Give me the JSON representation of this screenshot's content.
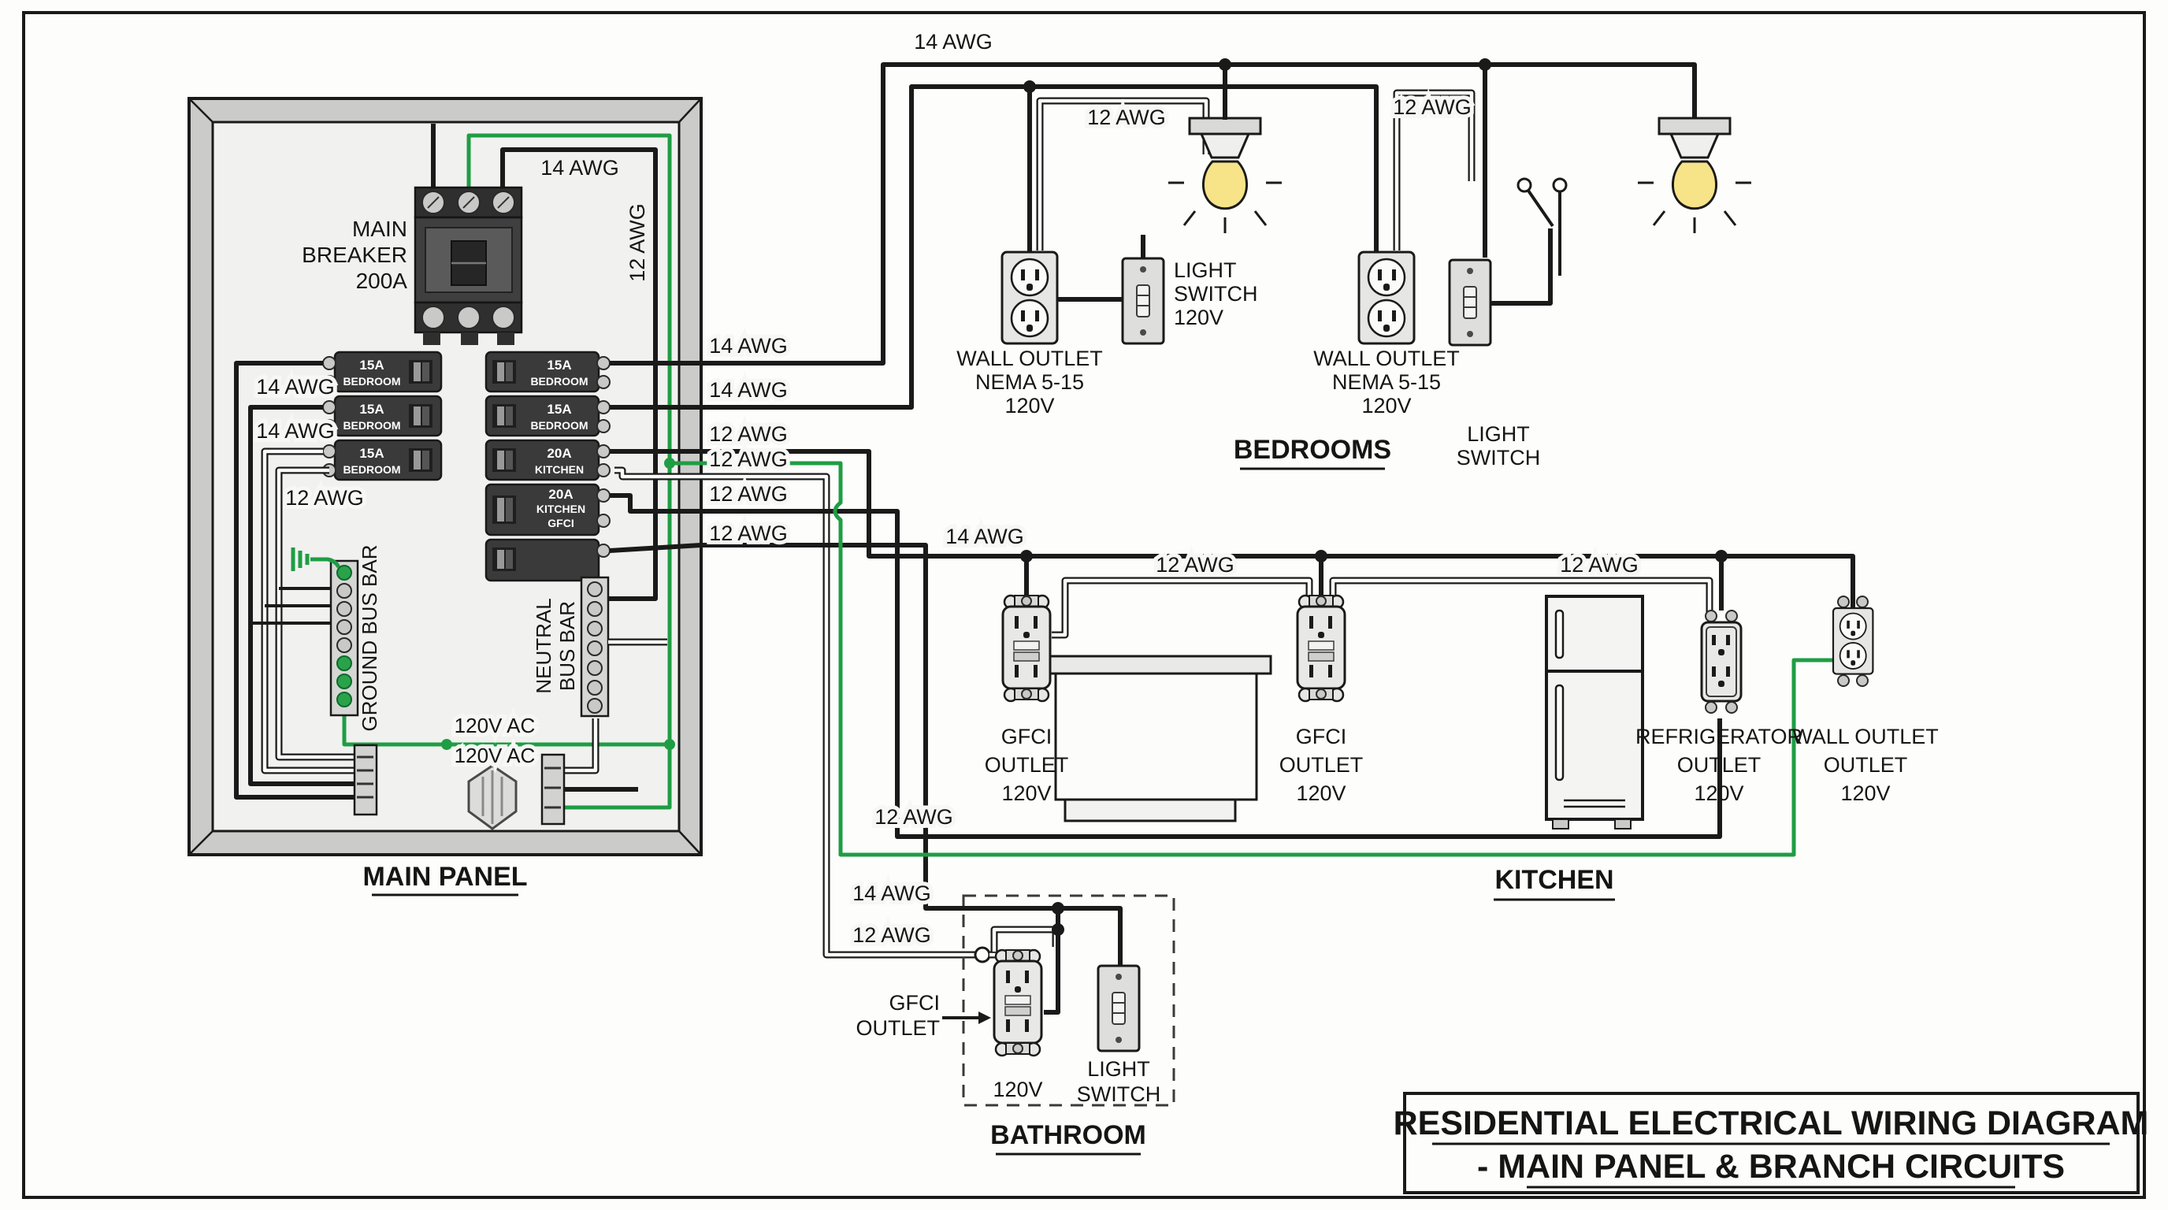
{
  "title_block": {
    "line1": "RESIDENTIAL ELECTRICAL WIRING DIAGRAM",
    "line2": "- MAIN PANEL & BRANCH CIRCUITS"
  },
  "panel": {
    "heading": "MAIN PANEL",
    "main_breaker": {
      "line1": "MAIN",
      "line2": "BREAKER",
      "line3": "200A"
    },
    "ground_bus_label": "GROUND BUS BAR",
    "neutral_bus_label1": "NEUTRAL",
    "neutral_bus_label2": "BUS BAR",
    "voltage_label1": "120V AC",
    "voltage_label2": "120V AC",
    "wire_label_top": "14 AWG",
    "wire_label_side": "12 AWG",
    "wire_labels_left": [
      "14 AWG",
      "14 AWG",
      "12 AWG"
    ],
    "wire_labels_right": [
      "14 AWG",
      "14 AWG",
      "12 AWG",
      "12 AWG",
      "12 AWG",
      "12 AWG"
    ],
    "breakers_left": [
      {
        "a": "15A",
        "r": "BEDROOM"
      },
      {
        "a": "15A",
        "r": "BEDROOM"
      },
      {
        "a": "15A",
        "r": "BEDROOM"
      }
    ],
    "breakers_right": [
      {
        "a": "15A",
        "r": "BEDROOM"
      },
      {
        "a": "15A",
        "r": "BEDROOM"
      },
      {
        "a": "20A",
        "r": "KITCHEN"
      },
      {
        "a": "20A",
        "r": "KITCHEN",
        "r2": "GFCI"
      }
    ]
  },
  "bedrooms": {
    "heading": "BEDROOMS",
    "feed_label": "14 AWG",
    "group1": {
      "loop_label": "12 AWG",
      "outlet_label": [
        "WALL OUTLET",
        "NEMA 5-15",
        "120V"
      ],
      "switch_label": [
        "LIGHT",
        "SWITCH",
        "120V"
      ]
    },
    "group2": {
      "loop_label": "12 AWG",
      "outlet_label": [
        "WALL OUTLET",
        "NEMA 5-15",
        "120V"
      ],
      "switch_label": [
        "LIGHT",
        "SWITCH"
      ]
    }
  },
  "kitchen": {
    "heading": "KITCHEN",
    "feed_label": "14 AWG",
    "neutral_label1": "12 AWG",
    "neutral_label2": "12 AWG",
    "bottom_label": "12 AWG",
    "gfci1_label": [
      "GFCI",
      "OUTLET",
      "120V"
    ],
    "gfci2_label": [
      "GFCI",
      "OUTLET",
      "120V"
    ],
    "fridge_outlet_label": [
      "REFRIGERATOR",
      "OUTLET",
      "120V"
    ],
    "wall_outlet_label": [
      "WALL OUTLET",
      "OUTLET",
      "120V"
    ]
  },
  "bathroom": {
    "heading": "BATHROOM",
    "feed_label": "14 AWG",
    "neutral_label": "12 AWG",
    "gfci_label1": "GFCI",
    "gfci_label2": "OUTLET",
    "voltage": "120V",
    "switch_label1": "LIGHT",
    "switch_label2": "SWITCH"
  },
  "colors": {
    "hot_wire": "#1a1a1a",
    "neutral_wire": "#ffffff",
    "ground_wire": "#1f9d44",
    "bulb_yellow": "#f7e388",
    "panel_frame": "#cbcbc9",
    "panel_face": "#f1f1ef"
  }
}
